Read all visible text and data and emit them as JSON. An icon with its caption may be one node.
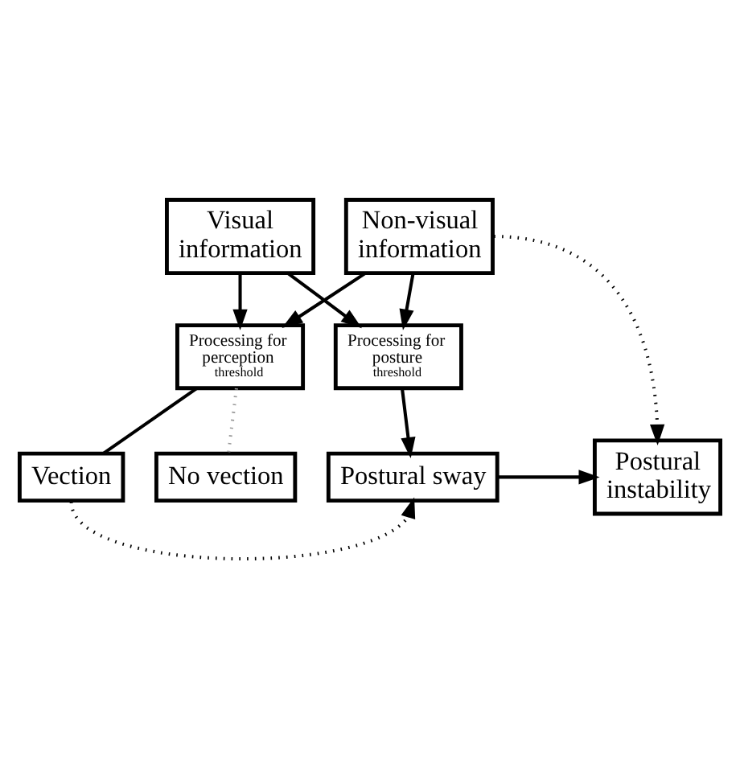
{
  "diagram": {
    "nodes": [
      {
        "text": [
          "Visual information"
        ]
      },
      {
        "text": [
          "Non-visual information"
        ]
      },
      {
        "text": [
          "Processing for perception",
          "threshold"
        ]
      },
      {
        "text": [
          "Processing for posture",
          "threshold"
        ]
      },
      {
        "text": [
          "Vection"
        ]
      },
      {
        "text": [
          "No vection"
        ]
      },
      {
        "text": [
          "Postural sway"
        ]
      },
      {
        "text": [
          "Postural instability"
        ]
      }
    ],
    "edges": [
      {
        "from": 0,
        "to": 2,
        "arrow": "to"
      },
      {
        "from": 0,
        "to": 3,
        "arrow": "to"
      },
      {
        "from": 1,
        "to": 2,
        "arrow": "to"
      },
      {
        "from": 1,
        "to": 3,
        "arrow": "to"
      },
      {
        "from": 1,
        "to": 7,
        "arrow": "to",
        "style": "dashed"
      },
      {
        "from": 2,
        "to": 4,
        "arrow": "none"
      },
      {
        "from": 2,
        "to": 5,
        "arrow": "none",
        "style": "dashed",
        "color": "#999999"
      },
      {
        "from": 3,
        "to": 6,
        "arrow": "to"
      },
      {
        "from": 6,
        "to": 7,
        "arrow": "to"
      },
      {
        "from": 4,
        "to": 6,
        "arrow": "to",
        "style": "dashed"
      }
    ]
  }
}
